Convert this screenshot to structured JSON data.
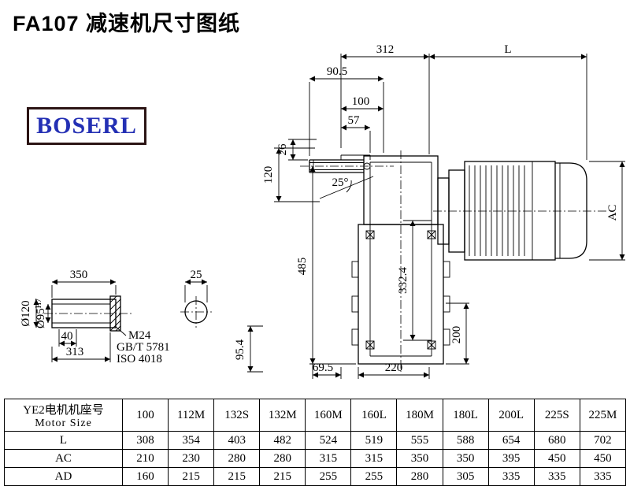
{
  "title": "FA107 减速机尺寸图纸",
  "logo": {
    "text": "BOSERL"
  },
  "drawing": {
    "dims": {
      "d312": "312",
      "dL": "L",
      "d90_5": "90.5",
      "d100": "100",
      "d57": "57",
      "d26": "26",
      "d120": "120",
      "a25": "25°",
      "d485": "485",
      "d332_4": "332.4",
      "dAC": "AC",
      "d200": "200",
      "d69_5": "69.5",
      "d220": "220",
      "d350": "350",
      "dia120": "Ø120",
      "dia95_base": "Ø95",
      "dia95_sup": "H7",
      "d40": "40",
      "d313": "313",
      "m24": "M24",
      "gbt": "GB/T 5781",
      "iso": "ISO 4018",
      "d25": "25",
      "d95_4": "95.4"
    }
  },
  "table": {
    "header_cn": "YE2电机机座号",
    "header_en": "Motor Size",
    "columns": [
      "100",
      "112M",
      "132S",
      "132M",
      "160M",
      "160L",
      "180M",
      "180L",
      "200L",
      "225S",
      "225M"
    ],
    "rows": [
      {
        "label": "L",
        "values": [
          "308",
          "354",
          "403",
          "482",
          "524",
          "519",
          "555",
          "588",
          "654",
          "680",
          "702"
        ]
      },
      {
        "label": "AC",
        "values": [
          "210",
          "230",
          "280",
          "280",
          "315",
          "315",
          "350",
          "350",
          "395",
          "450",
          "450"
        ]
      },
      {
        "label": "AD",
        "values": [
          "160",
          "215",
          "215",
          "215",
          "255",
          "255",
          "280",
          "305",
          "335",
          "335",
          "335"
        ]
      }
    ]
  }
}
